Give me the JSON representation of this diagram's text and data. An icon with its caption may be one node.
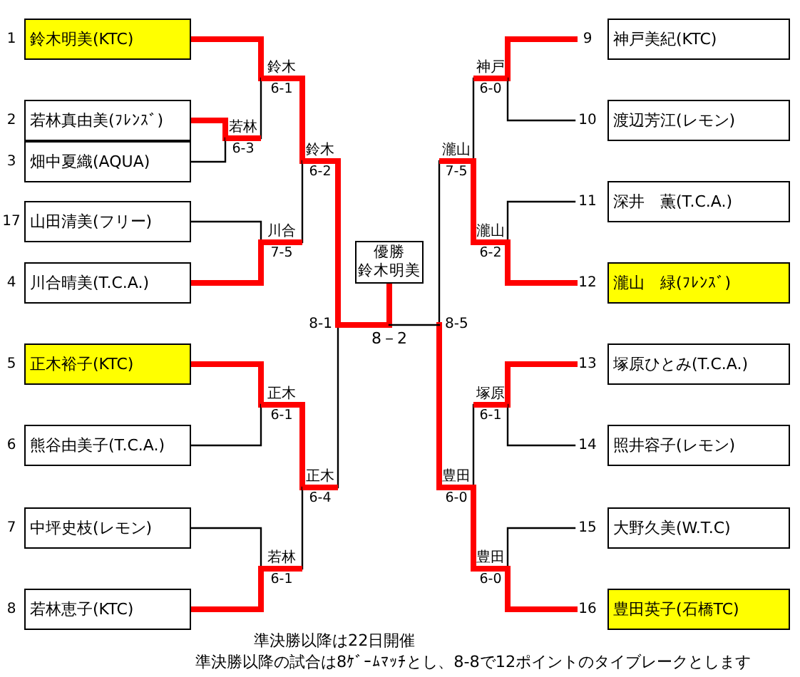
{
  "diagram": {
    "nodes": [
      {
        "text": [
          "鈴木明美(KTC)"
        ],
        "beside": [
          "1"
        ]
      },
      {
        "text": [
          "若林真由美(ﾌﾚﾝｽﾞ)"
        ],
        "beside": [
          "2"
        ]
      },
      {
        "text": [
          "畑中夏織(AQUA)"
        ],
        "beside": [
          "3"
        ]
      },
      {
        "text": [
          "山田清美(フリー)"
        ],
        "beside": [
          "17"
        ]
      },
      {
        "text": [
          "川合晴美(T.C.A.)"
        ],
        "beside": [
          "4"
        ]
      },
      {
        "text": [
          "正木裕子(KTC)"
        ],
        "beside": [
          "5"
        ]
      },
      {
        "text": [
          "熊谷由美子(T.C.A.)"
        ],
        "beside": [
          "6"
        ]
      },
      {
        "text": [
          "中坪史枝(レモン)"
        ],
        "beside": [
          "7"
        ]
      },
      {
        "text": [
          "若林恵子(KTC)"
        ],
        "beside": [
          "8"
        ]
      },
      {
        "text": [
          "神戸美紀(KTC)"
        ],
        "beside": [
          "9"
        ]
      },
      {
        "text": [
          "渡辺芳江(レモン)"
        ],
        "beside": [
          "10"
        ]
      },
      {
        "text": [
          "深井　薫(T.C.A.)"
        ],
        "beside": [
          "11"
        ]
      },
      {
        "text": [
          "瀧山　緑(ﾌﾚﾝｽﾞ)"
        ],
        "beside": [
          "12"
        ]
      },
      {
        "text": [
          "塚原ひとみ(T.C.A.)"
        ],
        "beside": [
          "13"
        ]
      },
      {
        "text": [
          "照井容子(レモン)"
        ],
        "beside": [
          "14"
        ]
      },
      {
        "text": [
          "大野久美(W.T.C)"
        ],
        "beside": [
          "15"
        ]
      },
      {
        "text": [
          "豊田英子(石橋TC)"
        ],
        "beside": [
          "16"
        ]
      },
      {
        "text": [
          "若林",
          "6-3"
        ]
      },
      {
        "text": [
          "鈴木",
          "6-1"
        ]
      },
      {
        "text": [
          "川合",
          "7-5"
        ]
      },
      {
        "text": [
          "鈴木",
          "6-2"
        ]
      },
      {
        "text": [
          "正木",
          "6-1"
        ]
      },
      {
        "text": [
          "若林",
          "6-1"
        ]
      },
      {
        "text": [
          "正木",
          "6-4"
        ]
      },
      {
        "text": [
          "8-1"
        ]
      },
      {
        "text": [
          "8－2"
        ]
      },
      {
        "text": [
          "優勝",
          "鈴木明美"
        ]
      },
      {
        "text": [
          "神戸",
          "6-0"
        ]
      },
      {
        "text": [
          "瀧山",
          "6-2"
        ]
      },
      {
        "text": [
          "瀧山",
          "7-5"
        ]
      },
      {
        "text": [
          "塚原",
          "6-1"
        ]
      },
      {
        "text": [
          "豊田",
          "6-0"
        ]
      },
      {
        "text": [
          "豊田",
          "6-0"
        ]
      },
      {
        "text": [
          "8-5"
        ]
      }
    ],
    "edges": [
      {
        "from": 0,
        "to": 18,
        "arrow": "none"
      },
      {
        "from": 1,
        "to": 17,
        "arrow": "none"
      },
      {
        "from": 2,
        "to": 17,
        "arrow": "none",
        "color": "#000000"
      },
      {
        "from": 17,
        "to": 18,
        "arrow": "none",
        "color": "#000000"
      },
      {
        "from": 3,
        "to": 19,
        "arrow": "none",
        "color": "#000000"
      },
      {
        "from": 4,
        "to": 19,
        "arrow": "none"
      },
      {
        "from": 18,
        "to": 20,
        "arrow": "none"
      },
      {
        "from": 19,
        "to": 20,
        "arrow": "none",
        "color": "#000000"
      },
      {
        "from": 5,
        "to": 21,
        "arrow": "none"
      },
      {
        "from": 6,
        "to": 21,
        "arrow": "none",
        "color": "#000000"
      },
      {
        "from": 7,
        "to": 22,
        "arrow": "none",
        "color": "#000000"
      },
      {
        "from": 8,
        "to": 22,
        "arrow": "none"
      },
      {
        "from": 21,
        "to": 23,
        "arrow": "none"
      },
      {
        "from": 22,
        "to": 23,
        "arrow": "none",
        "color": "#000000"
      },
      {
        "from": 20,
        "to": 24,
        "arrow": "none"
      },
      {
        "from": 23,
        "to": 24,
        "arrow": "none",
        "color": "#000000"
      },
      {
        "from": 24,
        "to": 25,
        "arrow": "none"
      },
      {
        "from": 25,
        "to": 26,
        "arrow": "none"
      },
      {
        "from": 9,
        "to": 27,
        "arrow": "none"
      },
      {
        "from": 10,
        "to": 27,
        "arrow": "none",
        "color": "#000000"
      },
      {
        "from": 11,
        "to": 28,
        "arrow": "none",
        "color": "#000000"
      },
      {
        "from": 12,
        "to": 28,
        "arrow": "none"
      },
      {
        "from": 27,
        "to": 29,
        "arrow": "none",
        "color": "#000000"
      },
      {
        "from": 28,
        "to": 29,
        "arrow": "none"
      },
      {
        "from": 13,
        "to": 30,
        "arrow": "none"
      },
      {
        "from": 14,
        "to": 30,
        "arrow": "none",
        "color": "#000000"
      },
      {
        "from": 15,
        "to": 31,
        "arrow": "none",
        "color": "#000000"
      },
      {
        "from": 16,
        "to": 31,
        "arrow": "none"
      },
      {
        "from": 30,
        "to": 32,
        "arrow": "none",
        "color": "#000000"
      },
      {
        "from": 31,
        "to": 32,
        "arrow": "none"
      },
      {
        "from": 29,
        "to": 33,
        "arrow": "none",
        "color": "#000000"
      },
      {
        "from": 32,
        "to": 33,
        "arrow": "none"
      },
      {
        "from": 33,
        "to": 25,
        "arrow": "none",
        "color": "#000000"
      }
    ],
    "labels": [
      "準決勝以降は22日開催",
      "準決勝以降の試合は8ｹﾞｰﾑﾏｯﾁとし、8-8で12ポイントのタイブレークとします"
    ]
  }
}
